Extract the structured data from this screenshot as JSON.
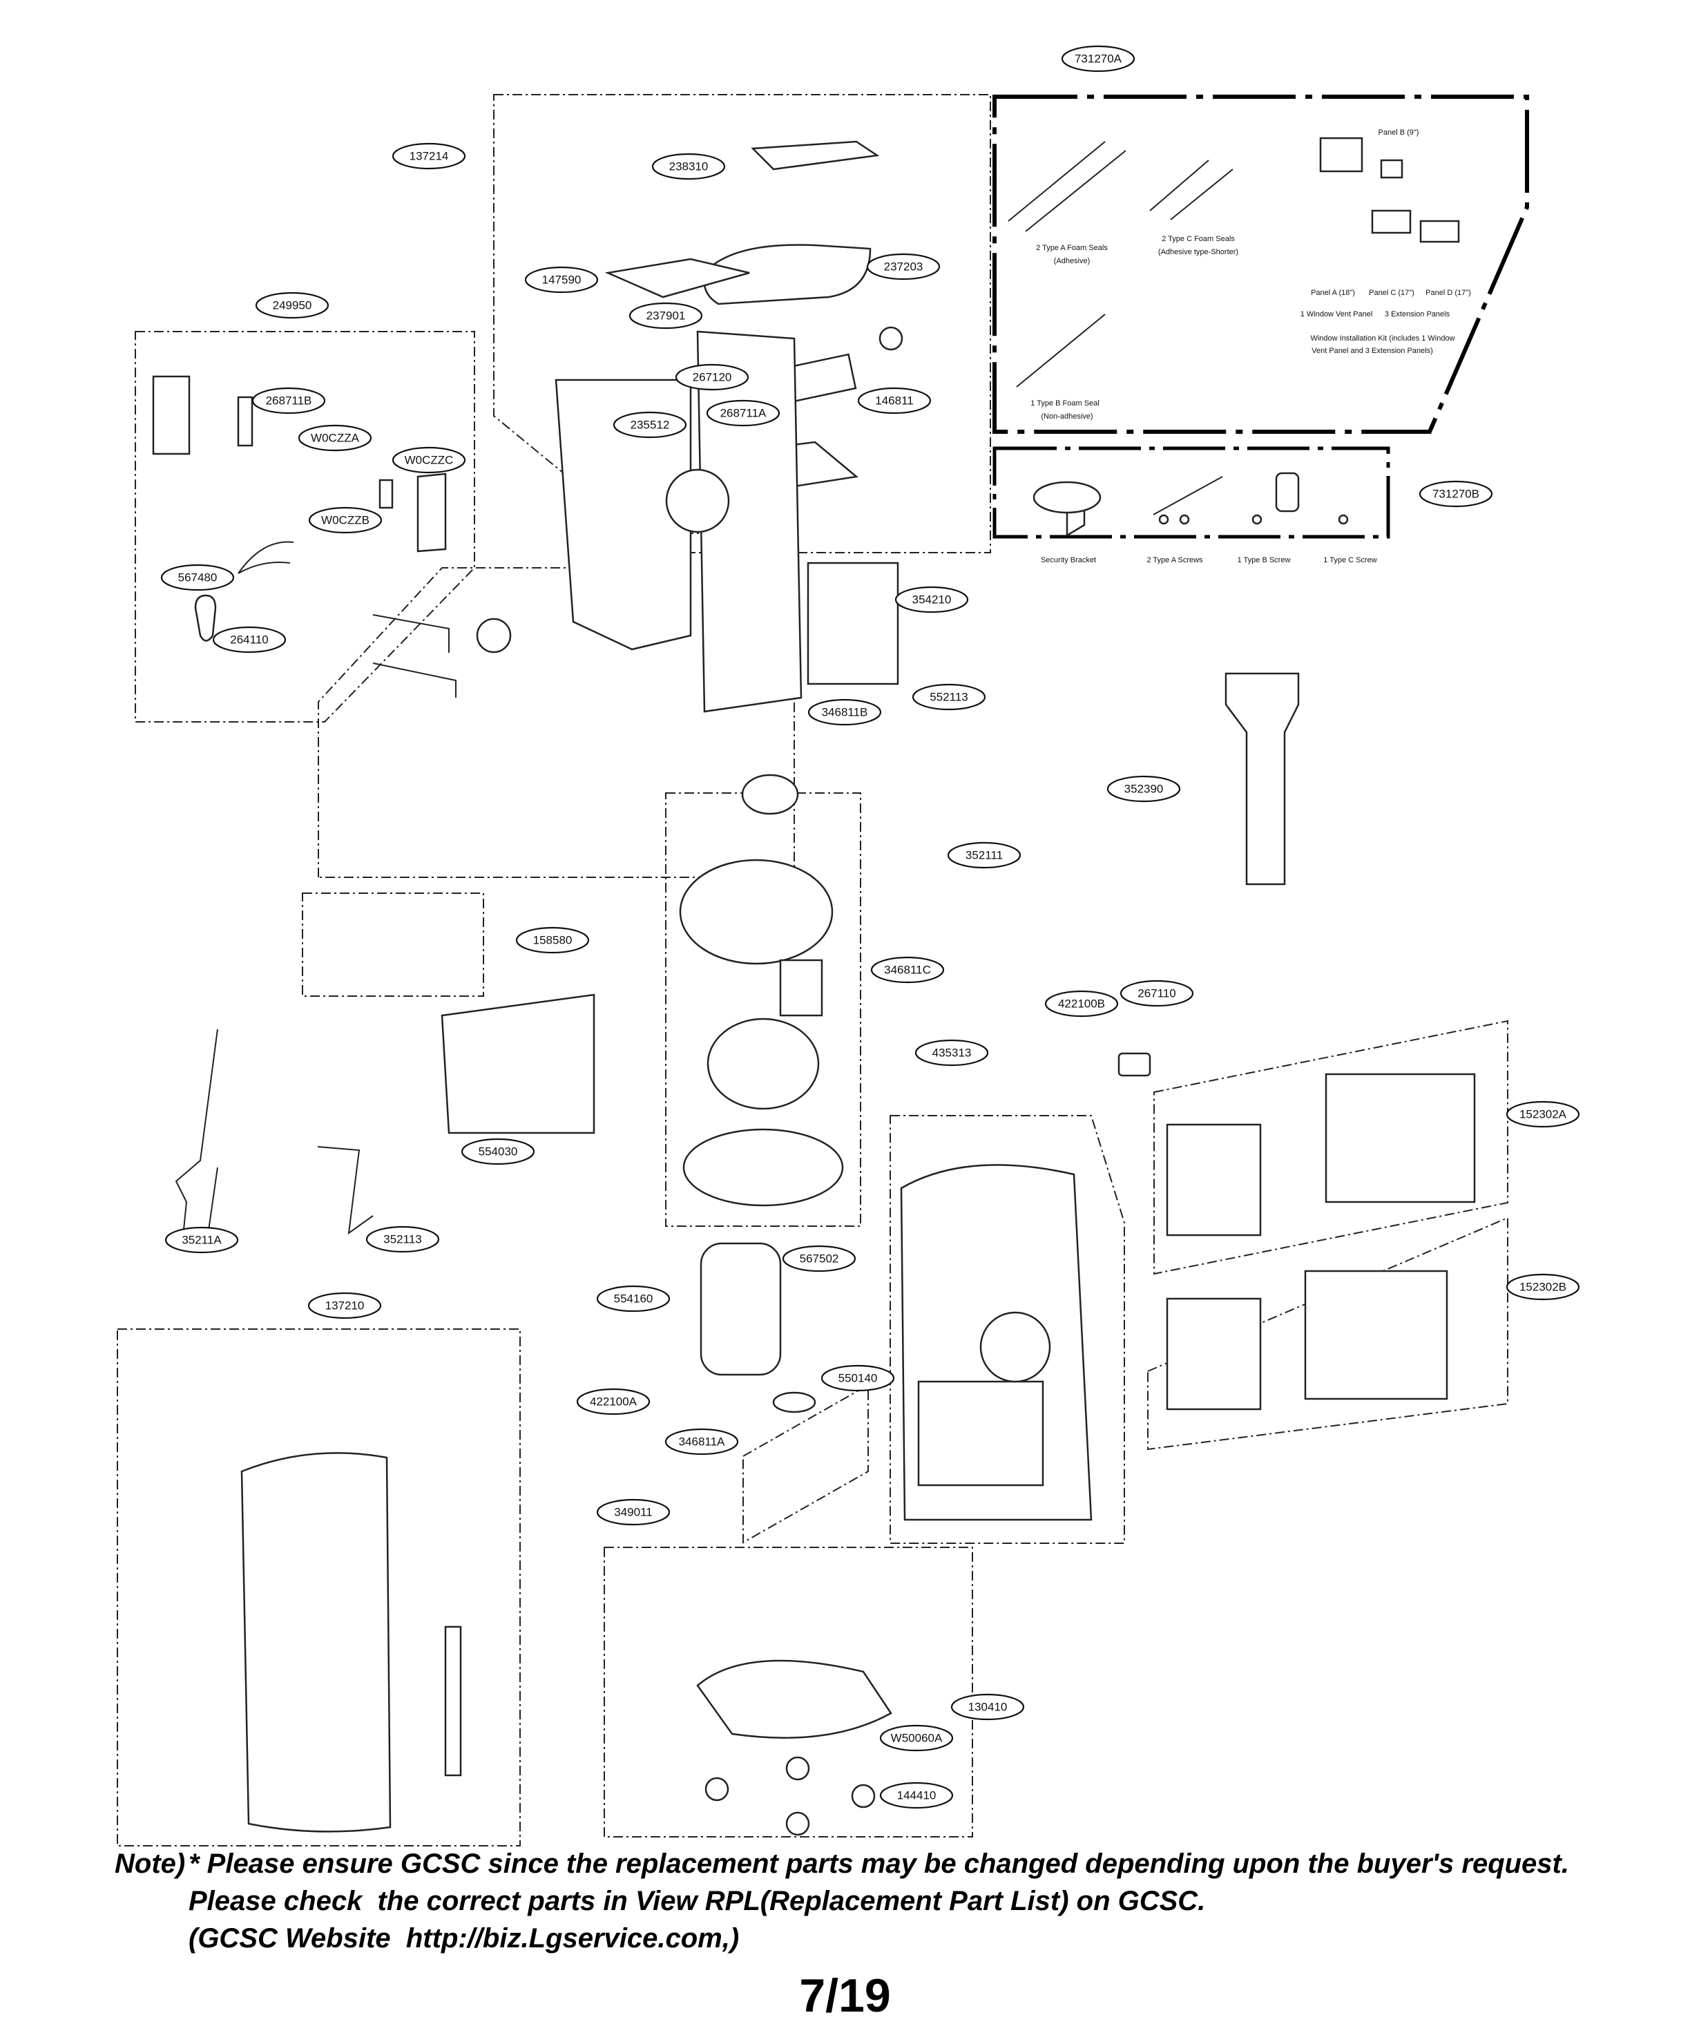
{
  "callouts": [
    "731270A",
    "137214",
    "238310",
    "147590",
    "237203",
    "237901",
    "267120",
    "268711A",
    "146811",
    "235512",
    "249950",
    "268711B",
    "W0CZZA",
    "W0CZZC",
    "W0CZZB",
    "567480",
    "264110",
    "731270B",
    "354210",
    "552113",
    "346811B",
    "352390",
    "352111",
    "158580",
    "346811C",
    "422100B",
    "267110",
    "435313",
    "152302A",
    "554030",
    "35211A",
    "352113",
    "567502",
    "152302B",
    "554160",
    "137210",
    "550140",
    "422100A",
    "346811A",
    "349011",
    "130410",
    "W50060A",
    "144410"
  ],
  "kit_captions": [
    "2 Type A Foam Seals",
    "(Adhesive)",
    "2 Type C Foam Seals",
    "(Adhesive type-Shorter)",
    "Panel B (9\")",
    "Panel A (18\")",
    "Panel C (17\")",
    "Panel D (17\")",
    "1 Window Vent Panel",
    "3 Extension Panels",
    "Window Installation Kit (includes 1 Window",
    "Vent Panel and 3 Extension Panels)",
    "1 Type B Foam Seal",
    "(Non-adhesive)",
    "Security Bracket",
    "2 Type A Screws",
    "1 Type B Screw",
    "1 Type C Screw"
  ],
  "note": {
    "prefix": "Note)",
    "line1": "* Please ensure GCSC since the replacement parts may be changed depending upon the buyer's request.",
    "line2": "Please check  the correct parts in View RPL(Replacement Part List) on GCSC.",
    "line3": "(GCSC Website  http://biz.Lgservice.com,)"
  },
  "page_number": "7/19"
}
